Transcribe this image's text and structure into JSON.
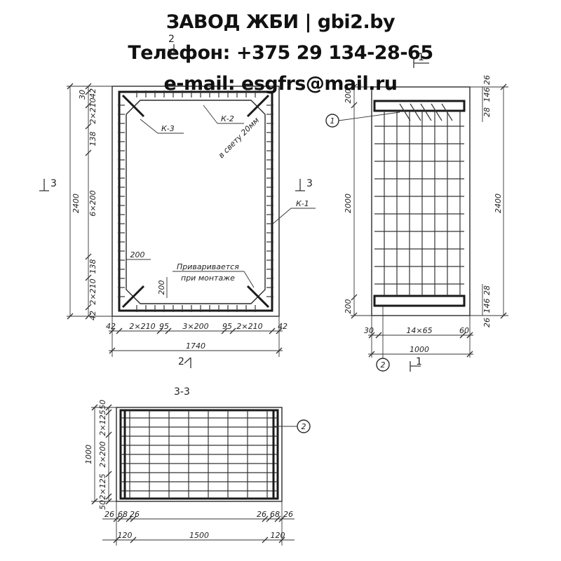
{
  "header": {
    "title": "ЗАВОД ЖБИ | gbi2.by",
    "phone": "Телефон: +375 29 134-28-65",
    "email": "e-mail: esgfrs@mail.ru"
  },
  "front_view": {
    "section_mark_top": "2",
    "section_mark_bottom": "2",
    "section_mark_left": "3",
    "section_mark_right": "3",
    "labels": {
      "k3": "К-3",
      "k2": "К-2",
      "k1": "К-1",
      "all_around": "в свету 20мм",
      "weld_note_1": "Приваривается",
      "weld_note_2": "при монтаже"
    },
    "left_dims": [
      "30",
      "42",
      "2×210",
      "138",
      "6×200",
      "138",
      "2×210",
      "42"
    ],
    "total_height": "2400",
    "bottom_dims": [
      "42",
      "2×210",
      "95",
      "3×200",
      "95",
      "2×210",
      "42"
    ],
    "total_width": "1740",
    "inner_dims": [
      "200",
      "200"
    ]
  },
  "side_view": {
    "callout_1": "1",
    "callout_2": "2",
    "section_mark": "1",
    "section_mark_top": "1",
    "left_dims": [
      "200",
      "2000",
      "200"
    ],
    "right_dims": [
      "26",
      "146",
      "28",
      "28",
      "146",
      "26"
    ],
    "total_height": "2400",
    "bottom_dims": [
      "30",
      "14×65",
      "60"
    ],
    "total_width": "1000"
  },
  "plan_view": {
    "title": "3-3",
    "callout_2": "2",
    "left_dims": [
      "50",
      "2×125",
      "2×200",
      "2×125",
      "50"
    ],
    "total_height": "1000",
    "bottom_dims_upper": [
      "26",
      "68",
      "26",
      "26",
      "68",
      "26"
    ],
    "bottom_dims_lower": [
      "120",
      "1500",
      "120"
    ]
  },
  "colors": {
    "ink": "#222222",
    "paper": "#ffffff"
  }
}
